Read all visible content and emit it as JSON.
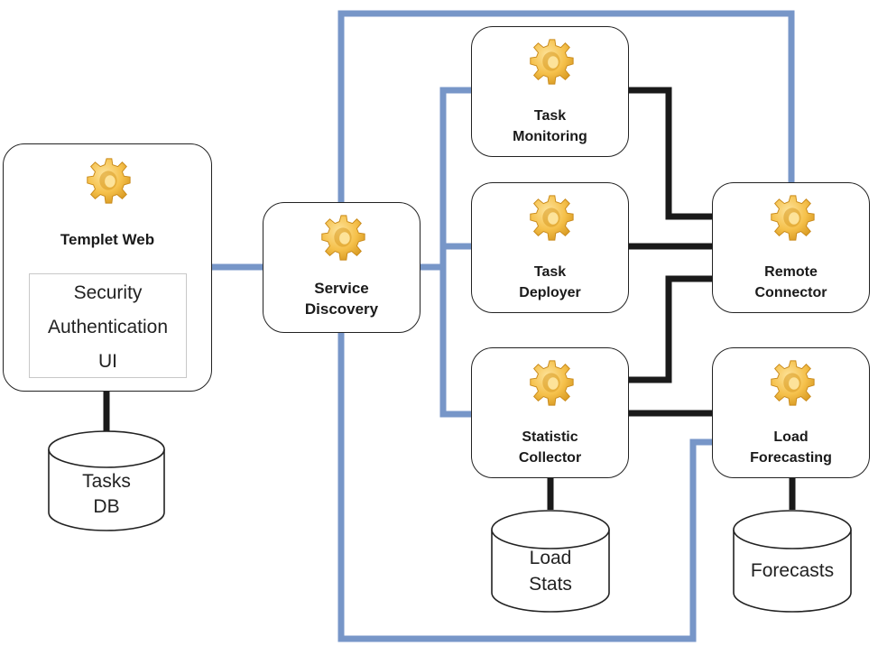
{
  "diagram": {
    "colors": {
      "service_bus": "#7796c8",
      "data_link": "#1a1a1a",
      "gear_fill": "#f5c04a",
      "gear_highlight": "#fde39a",
      "gear_shadow": "#d89a22",
      "node_border": "#222222"
    },
    "nodes": {
      "templet_web": {
        "label": "Templet Web",
        "icon": "gear-icon",
        "components": [
          "Security",
          "Authentication",
          "UI"
        ]
      },
      "service_discovery": {
        "label_line1": "Service",
        "label_line2": "Discovery",
        "icon": "gear-icon"
      },
      "task_monitoring": {
        "label_line1": "Task",
        "label_line2": "Monitoring",
        "icon": "gear-icon"
      },
      "task_deployer": {
        "label_line1": "Task",
        "label_line2": "Deployer",
        "icon": "gear-icon"
      },
      "remote_connector": {
        "label_line1": "Remote",
        "label_line2": "Connector",
        "icon": "gear-icon"
      },
      "statistic_collector": {
        "label_line1": "Statistic",
        "label_line2": "Collector",
        "icon": "gear-icon"
      },
      "load_forecasting": {
        "label_line1": "Load",
        "label_line2": "Forecasting",
        "icon": "gear-icon"
      }
    },
    "databases": {
      "tasks_db": {
        "line1": "Tasks",
        "line2": "DB"
      },
      "load_stats": {
        "line1": "Load",
        "line2": "Stats"
      },
      "forecasts": {
        "line1": "Forecasts"
      }
    },
    "edges": [
      {
        "from": "templet_web",
        "to": "service_discovery",
        "kind": "service-bus"
      },
      {
        "from": "service_discovery",
        "to": "task_monitoring",
        "kind": "service-bus"
      },
      {
        "from": "service_discovery",
        "to": "task_deployer",
        "kind": "service-bus"
      },
      {
        "from": "service_discovery",
        "to": "statistic_collector",
        "kind": "service-bus"
      },
      {
        "from": "service_discovery",
        "to": "remote_connector",
        "kind": "service-bus"
      },
      {
        "from": "service_discovery",
        "to": "load_forecasting",
        "kind": "service-bus"
      },
      {
        "from": "task_monitoring",
        "to": "remote_connector",
        "kind": "data-link"
      },
      {
        "from": "task_deployer",
        "to": "remote_connector",
        "kind": "data-link"
      },
      {
        "from": "statistic_collector",
        "to": "remote_connector",
        "kind": "data-link"
      },
      {
        "from": "statistic_collector",
        "to": "load_forecasting",
        "kind": "data-link"
      },
      {
        "from": "templet_web",
        "to": "tasks_db",
        "kind": "data-link"
      },
      {
        "from": "statistic_collector",
        "to": "load_stats",
        "kind": "data-link"
      },
      {
        "from": "load_forecasting",
        "to": "forecasts",
        "kind": "data-link"
      }
    ]
  }
}
